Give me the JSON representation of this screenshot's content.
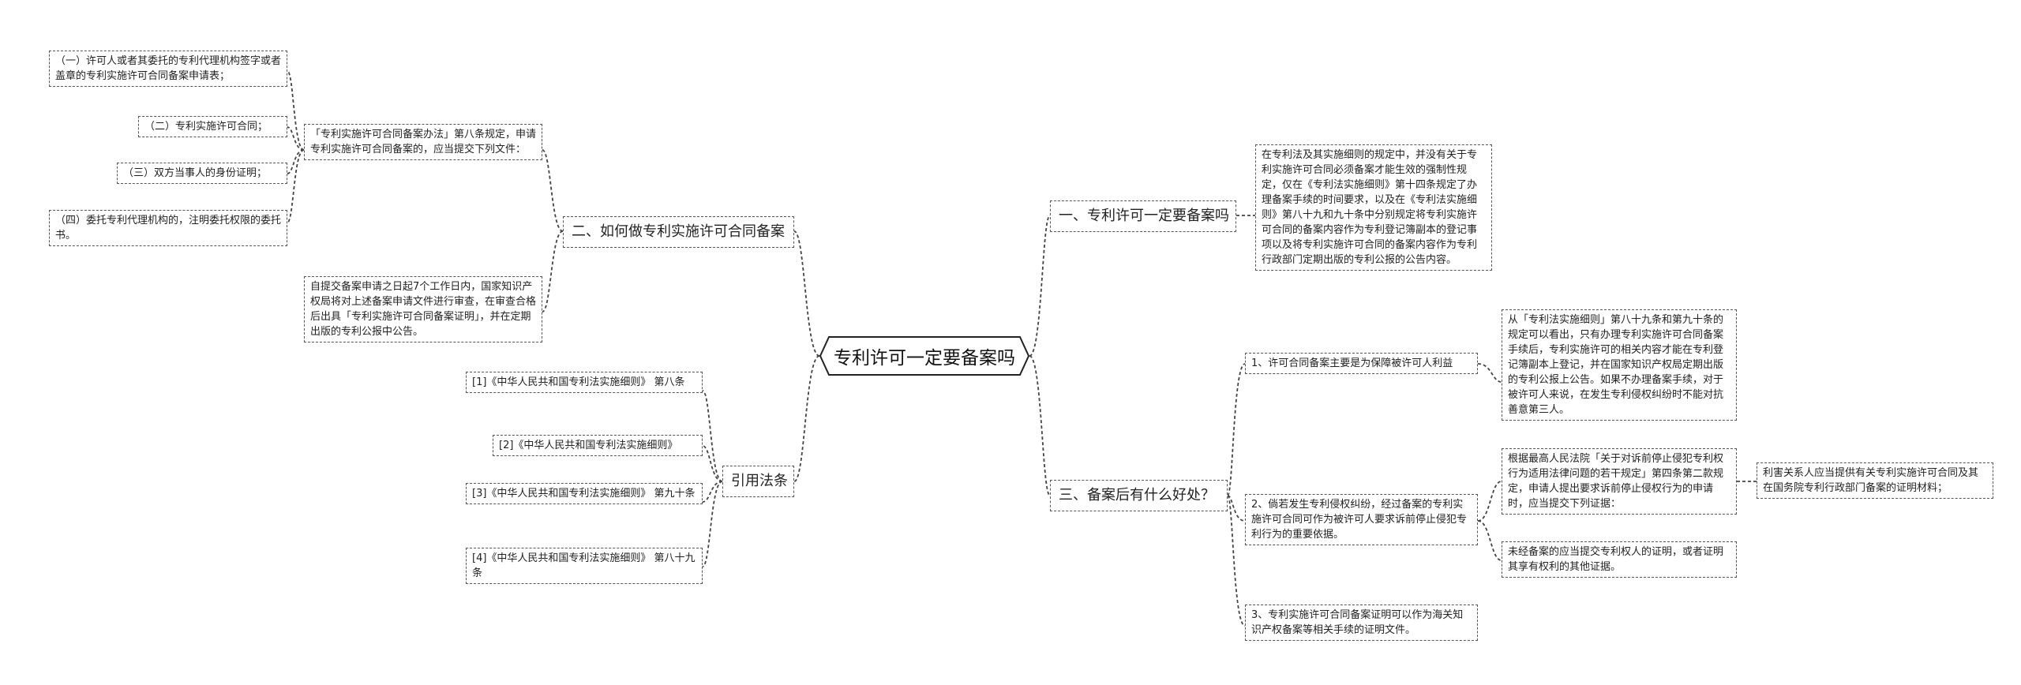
{
  "center": {
    "title": "专利许可一定要备案吗"
  },
  "sections": {
    "s1": {
      "label": "一、专利许可一定要备案吗",
      "text": "在专利法及其实施细则的规定中，并没有关于专利实施许可合同必须备案才能生效的强制性规定，仅在《专利法实施细则》第十四条规定了办理备案手续的时间要求，以及在《专利法实施细则》第八十九和九十条中分别规定将专利实施许可合同的备案内容作为专利登记簿副本的登记事项以及将专利实施许可合同的备案内容作为专利行政部门定期出版的专利公报的公告内容。"
    },
    "s2": {
      "label": "二、如何做专利实施许可合同备案",
      "intro": "「专利实施许可合同备案办法」第八条规定，申请专利实施许可合同备案的，应当提交下列文件：",
      "items": [
        "（一）许可人或者其委托的专利代理机构签字或者盖章的专利实施许可合同备案申请表；",
        "（二）专利实施许可合同；",
        "（三）双方当事人的身份证明；",
        "（四）委托专利代理机构的，注明委托权限的委托书。"
      ],
      "review": "自提交备案申请之日起7个工作日内，国家知识产权局将对上述备案申请文件进行审查，在审查合格后出具「专利实施许可合同备案证明」，并在定期出版的专利公报中公告。"
    },
    "s3": {
      "label": "三、备案后有什么好处？",
      "b1": {
        "text": "1、许可合同备案主要是为保障被许可人利益",
        "detail": "从「专利法实施细则」第八十九条和第九十条的规定可以看出，只有办理专利实施许可合同备案手续后，专利实施许可的相关内容才能在专利登记簿副本上登记，并在国家知识产权局定期出版的专利公报上公告。如果不办理备案手续，对于被许可人来说，在发生专利侵权纠纷时不能对抗善意第三人。"
      },
      "b2": {
        "text": "2、倘若发生专利侵权纠纷，经过备案的专利实施许可合同可作为被许可人要求诉前停止侵犯专利行为的重要依据。",
        "detail1": "根据最高人民法院「关于对诉前停止侵犯专利权行为适用法律问题的若干规定」第四条第二款规定，申请人提出要求诉前停止侵权行为的申请时，应当提交下列证据：",
        "detail1_sub": "利害关系人应当提供有关专利实施许可合同及其在国务院专利行政部门备案的证明材料；",
        "detail2": "未经备案的应当提交专利权人的证明，或者证明其享有权利的其他证据。"
      },
      "b3": {
        "text": "3、专利实施许可合同备案证明可以作为海关知识产权备案等相关手续的证明文件。"
      }
    },
    "s4": {
      "label": "引用法条",
      "items": [
        "[1]《中华人民共和国专利法实施细则》 第八条",
        "[2]《中华人民共和国专利法实施细则》",
        "[3]《中华人民共和国专利法实施细则》 第九十条",
        "[4]《中华人民共和国专利法实施细则》 第八十九条"
      ]
    }
  }
}
